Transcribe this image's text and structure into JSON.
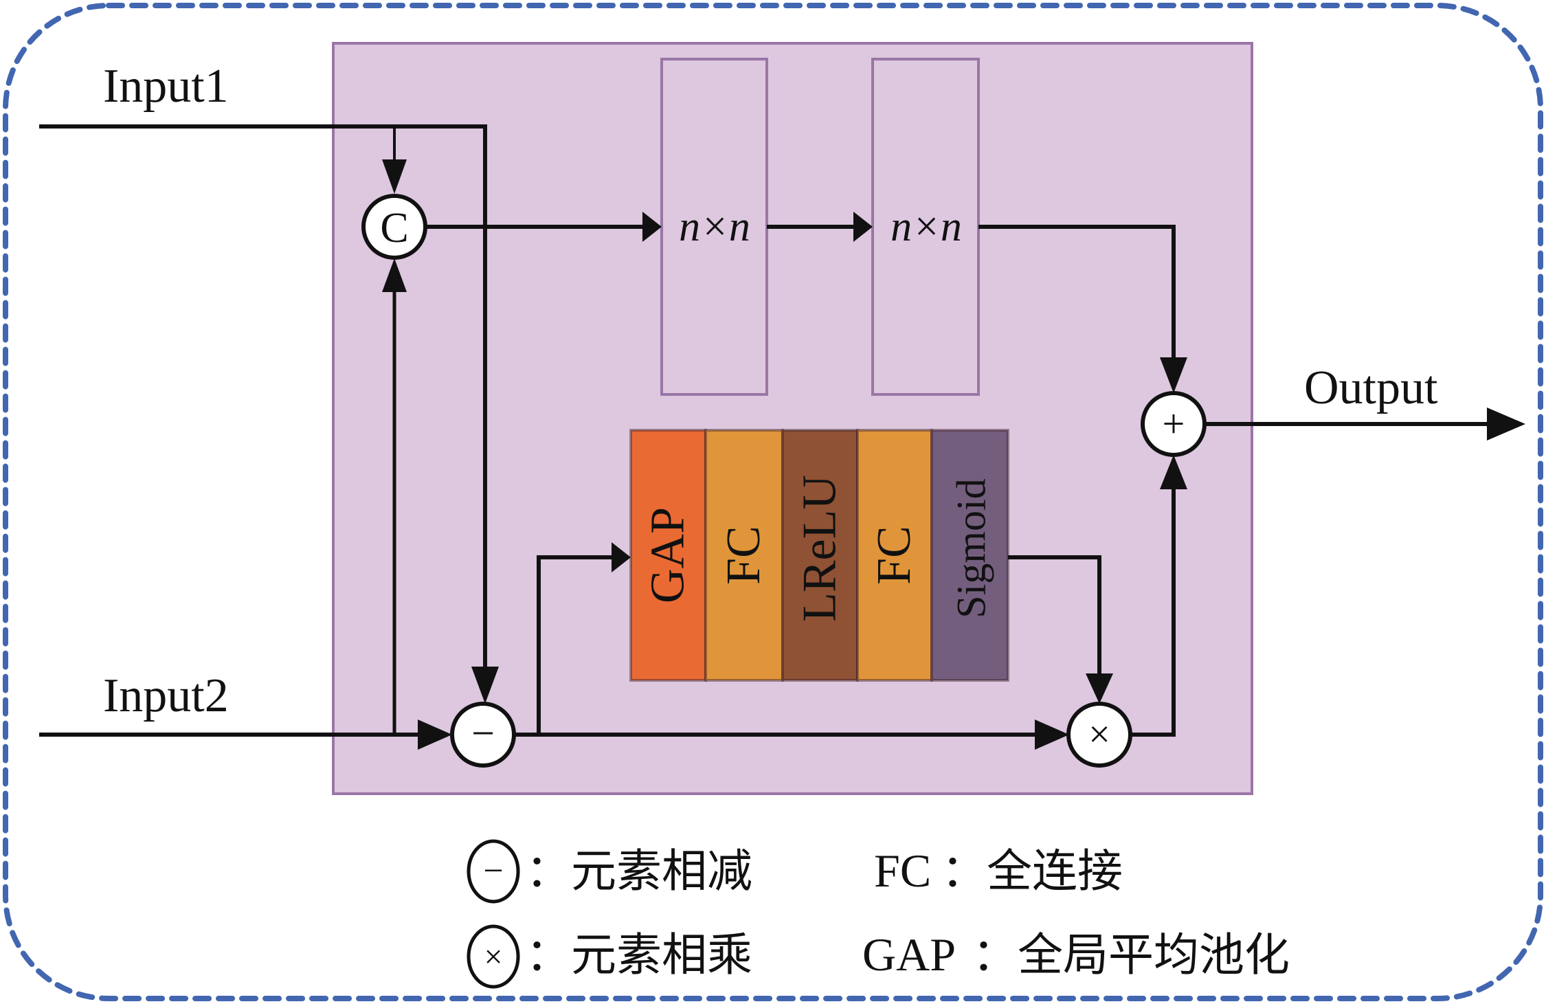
{
  "inputs": {
    "input1": "Input1",
    "input2": "Input2"
  },
  "output": "Output",
  "nodes": {
    "concat": "C",
    "subtract": "−",
    "multiply": "×",
    "add": "+"
  },
  "conv_blocks": [
    {
      "label": "n×n"
    },
    {
      "label": "n×n"
    }
  ],
  "attention_blocks": [
    {
      "label": "GAP",
      "color": "#E96A33"
    },
    {
      "label": "FC",
      "color": "#E0953A"
    },
    {
      "label": "LReLU",
      "color": "#8F5234"
    },
    {
      "label": "FC",
      "color": "#E0953A"
    },
    {
      "label": "Sigmoid",
      "color": "#745E7E"
    }
  ],
  "colors": {
    "module_fill": "#DDC8DF",
    "module_border": "#9A76A6",
    "dashed_border": "#4266B0"
  },
  "legend": {
    "row1": {
      "symbol": "−",
      "text": "：元素相减",
      "abbr": "FC",
      "abbr_text": "：全连接"
    },
    "row2": {
      "symbol": "×",
      "text": "：元素相乘",
      "abbr": "GAP",
      "abbr_text": "：全局平均池化"
    }
  }
}
